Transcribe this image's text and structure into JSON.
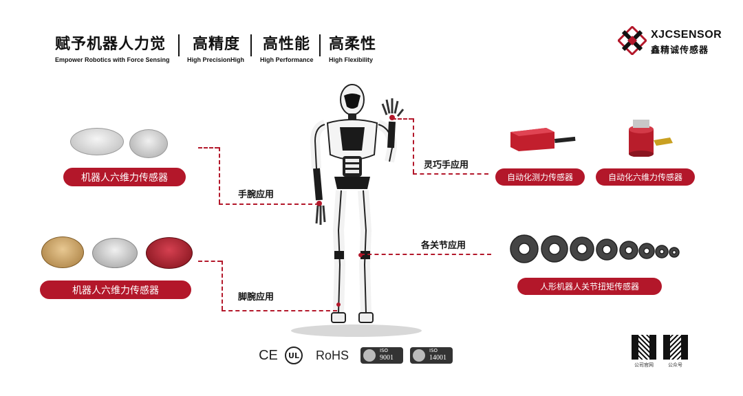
{
  "header": {
    "slogan_cn": "赋予机器人力觉",
    "slogan_en": "Empower Robotics with Force Sensing",
    "features": [
      {
        "cn": "高精度",
        "en": "High PrecisionHigh"
      },
      {
        "cn": "高性能",
        "en": "High Performance"
      },
      {
        "cn": "高柔性",
        "en": "High Flexibility"
      }
    ]
  },
  "logo": {
    "en": "XJCSENSOR",
    "cn": "鑫精诚传感器",
    "icon": "xjc-logo-icon"
  },
  "products": {
    "left_top_label": "机器人六维力传感器",
    "left_bottom_label": "机器人六维力传感器",
    "right_top_label_1": "自动化测力传感器",
    "right_top_label_2": "自动化六维力传感器",
    "right_bottom_label": "人形机器人关节扭矩传感器"
  },
  "applications": {
    "wrist": "手腕应用",
    "ankle": "脚腕应用",
    "hand": "灵巧手应用",
    "joints": "各关节应用"
  },
  "certifications": {
    "ce": "CE",
    "ul": "UL",
    "rohs": "RoHS",
    "iso9001_top": "ISO",
    "iso9001_num": "9001",
    "iso14001_top": "ISO",
    "iso14001_num": "14001"
  },
  "qr": {
    "label1": "公司官网",
    "label2": "公众号"
  },
  "colors": {
    "accent": "#b3172a",
    "text": "#111111"
  }
}
